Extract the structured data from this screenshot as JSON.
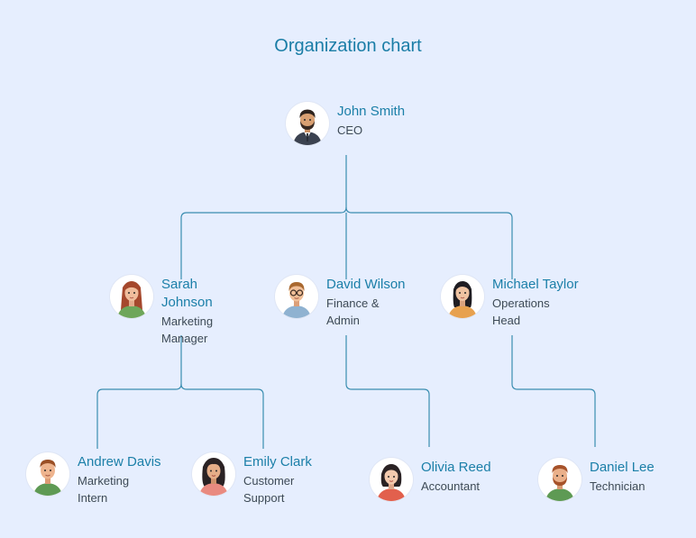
{
  "title": "Organization chart",
  "colors": {
    "background": "#e6eefe",
    "accent": "#1b7fa8",
    "connector": "#3a8db0",
    "text": "#3d4a55"
  },
  "nodes": {
    "ceo": {
      "name": "John Smith",
      "role": "CEO",
      "avatar": "man-beard-suit-avatar-icon"
    },
    "sarah": {
      "name": "Sarah Johnson",
      "role": "Marketing Manager",
      "avatar": "woman-auburn-hair-avatar-icon"
    },
    "david": {
      "name": "David Wilson",
      "role": "Finance & Admin",
      "avatar": "man-glasses-avatar-icon"
    },
    "michael": {
      "name": "Michael Taylor",
      "role": "Operations Head",
      "avatar": "woman-dark-hair-avatar-icon"
    },
    "andrew": {
      "name": "Andrew Davis",
      "role": "Marketing Intern",
      "avatar": "man-green-shirt-avatar-icon"
    },
    "emily": {
      "name": "Emily Clark",
      "role": "Customer Support",
      "avatar": "woman-curly-hair-avatar-icon"
    },
    "olivia": {
      "name": "Olivia Reed",
      "role": "Accountant",
      "avatar": "woman-bob-hair-avatar-icon"
    },
    "daniel": {
      "name": "Daniel Lee",
      "role": "Technician",
      "avatar": "man-ginger-beard-avatar-icon"
    }
  }
}
